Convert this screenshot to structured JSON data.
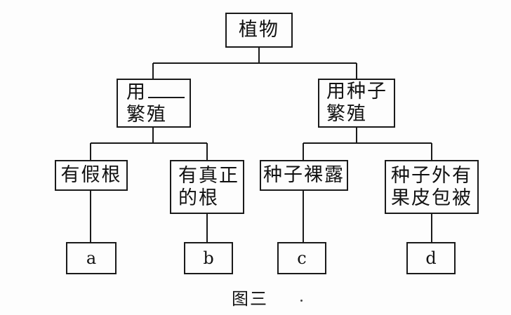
{
  "root": {
    "label": "植物"
  },
  "spore_plants": {
    "line1": "用",
    "line2": "繁殖"
  },
  "seed_plants": {
    "line1": "用种子",
    "line2": "繁殖"
  },
  "pseudo_root": {
    "label": "有假根"
  },
  "true_root": {
    "line1": "有真正",
    "line2": "的根"
  },
  "naked_seed": {
    "label": "种子裸露"
  },
  "covered_seed": {
    "line1": "种子外有",
    "line2": "果皮包被"
  },
  "leaves": {
    "a": "a",
    "b": "b",
    "c": "c",
    "d": "d"
  },
  "caption": "图三"
}
